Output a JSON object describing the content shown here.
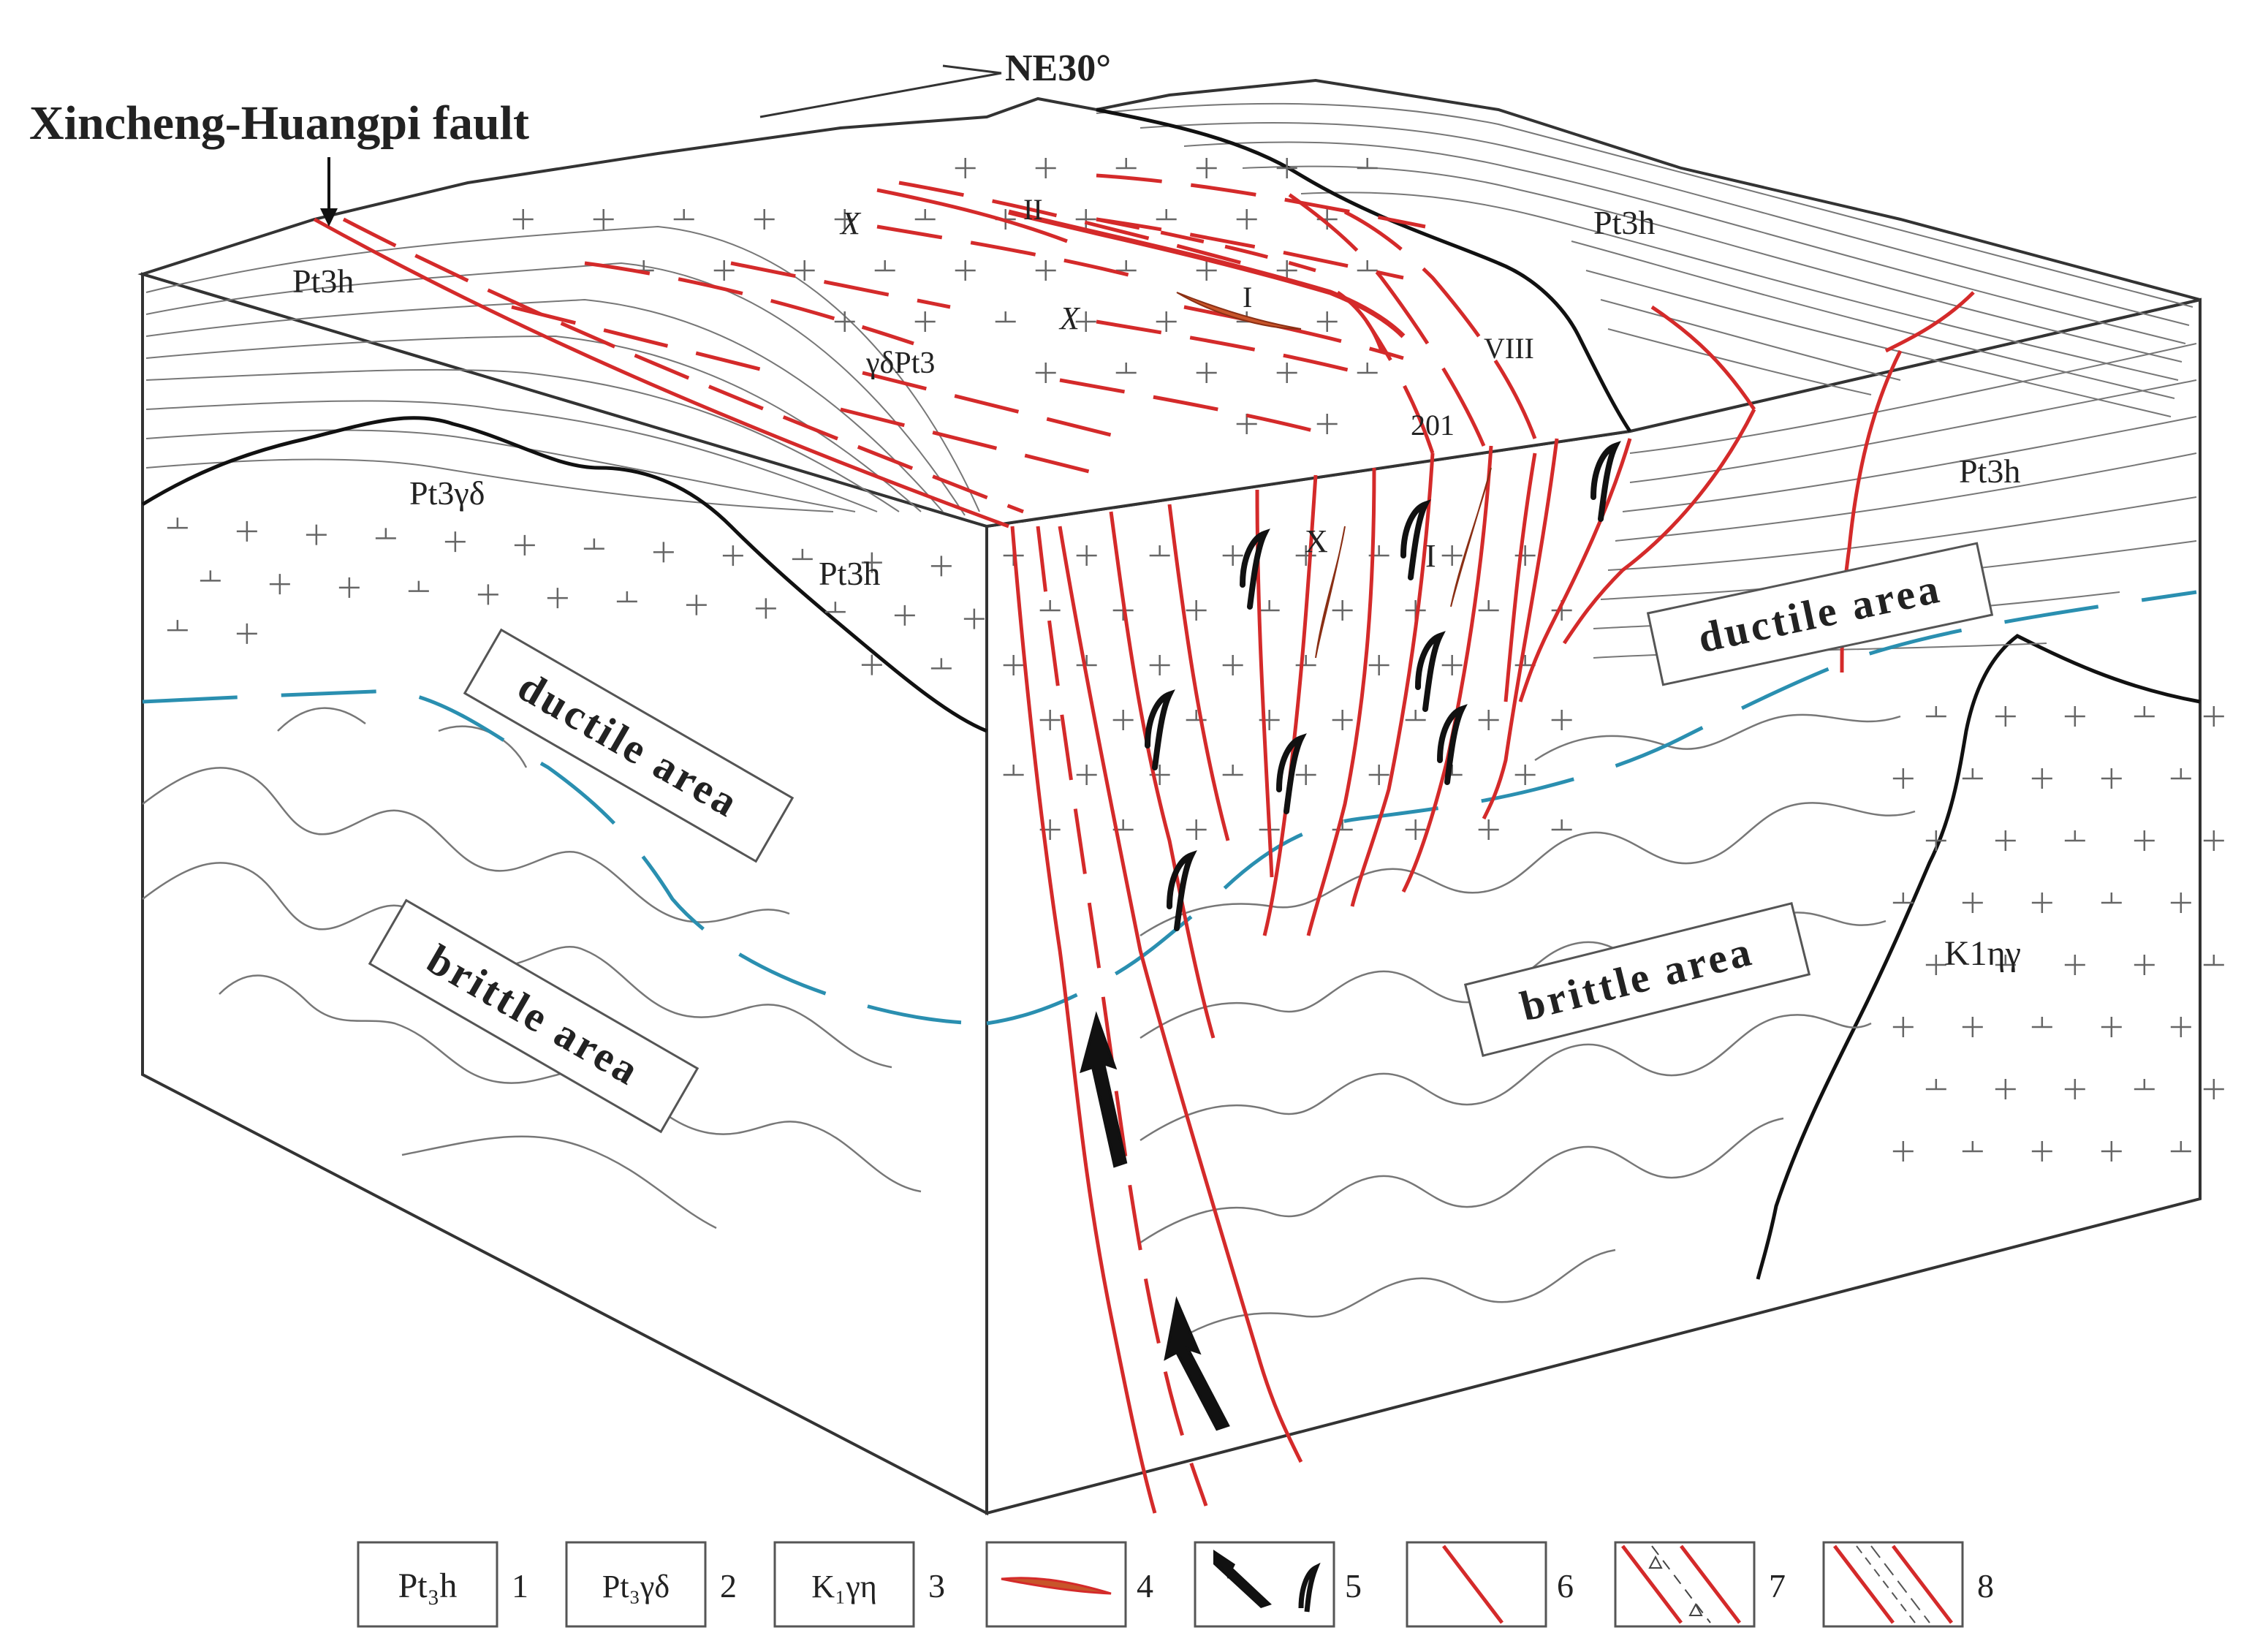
{
  "diagram": {
    "fault_title": "Xincheng-Huangpi fault",
    "direction": "NE30°",
    "units": {
      "pt3h": "Pt3h",
      "pt3gd": "Pt3γδ",
      "gdpt3": "γδPt3",
      "k1ny": "K1ηγ"
    },
    "zones": {
      "ductile_left": "ductile  area",
      "brittle_left": "brittle  area",
      "ductile_right": "ductile  area",
      "brittle_right": "brittle  area"
    },
    "vein_labels": {
      "ii": "II",
      "i_top": "I",
      "x_top1": "X",
      "x_top2": "X",
      "viii": "VIII",
      "v201": "201",
      "x_front": "X",
      "i_front": "I"
    },
    "colors": {
      "fault_red": "#d42a2a",
      "dashed_blue": "#2a8fb0",
      "orebody": "#c8552a",
      "line": "#333333",
      "contour": "#777777"
    }
  },
  "legend": [
    {
      "symbol": "Pt₃h",
      "number": "1"
    },
    {
      "symbol": "Pt₃γδ",
      "number": "2"
    },
    {
      "symbol": "K₁γη",
      "number": "3"
    },
    {
      "symbol": "orebody-lens",
      "number": "4"
    },
    {
      "symbol": "shear-arrows",
      "number": "5"
    },
    {
      "symbol": "fault-line",
      "number": "6"
    },
    {
      "symbol": "breccia-fault",
      "number": "7"
    },
    {
      "symbol": "mylonite-fault",
      "number": "8"
    }
  ]
}
